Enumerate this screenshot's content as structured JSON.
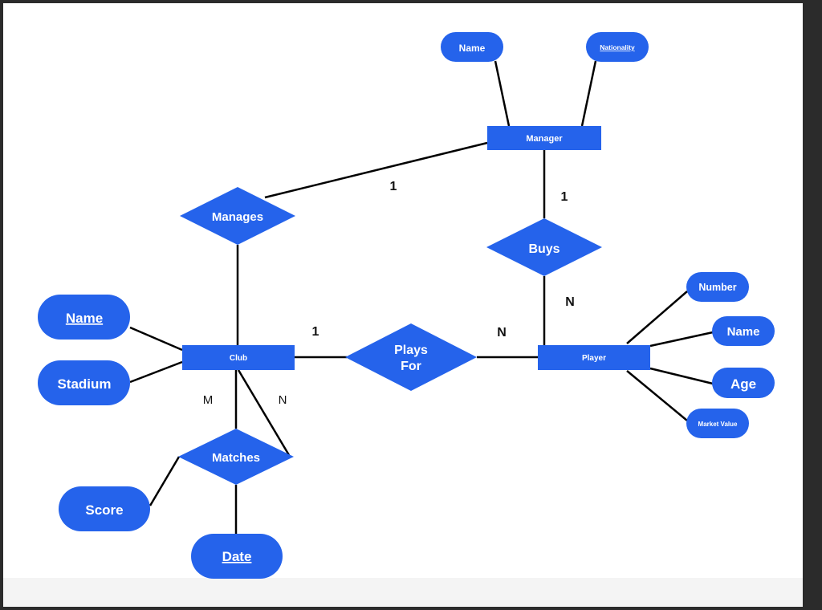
{
  "diagram": {
    "colors": {
      "background": "#2b2b2b",
      "page": "#ffffff",
      "page_footer": "#f4f4f4",
      "shape_fill": "#2563eb",
      "line": "#000000",
      "text": "#ffffff"
    },
    "entities": {
      "manager": "Manager",
      "club": "Club",
      "player": "Player"
    },
    "relationships": {
      "manages": "Manages",
      "buys": "Buys",
      "plays_for_line1": "Plays",
      "plays_for_line2": "For",
      "matches": "Matches"
    },
    "attributes": {
      "manager_name": "Name",
      "manager_nationality": "Nationality",
      "club_name": "Name",
      "club_stadium": "Stadium",
      "player_number": "Number",
      "player_name": "Name",
      "player_age": "Age",
      "player_market_value": "Market Value",
      "match_score": "Score",
      "match_date": "Date"
    },
    "cardinalities": {
      "manages_manager": "1",
      "buys_manager": "1",
      "buys_player": "N",
      "plays_for_club": "1",
      "plays_for_player": "N",
      "matches_m": "M",
      "matches_n": "N"
    }
  }
}
